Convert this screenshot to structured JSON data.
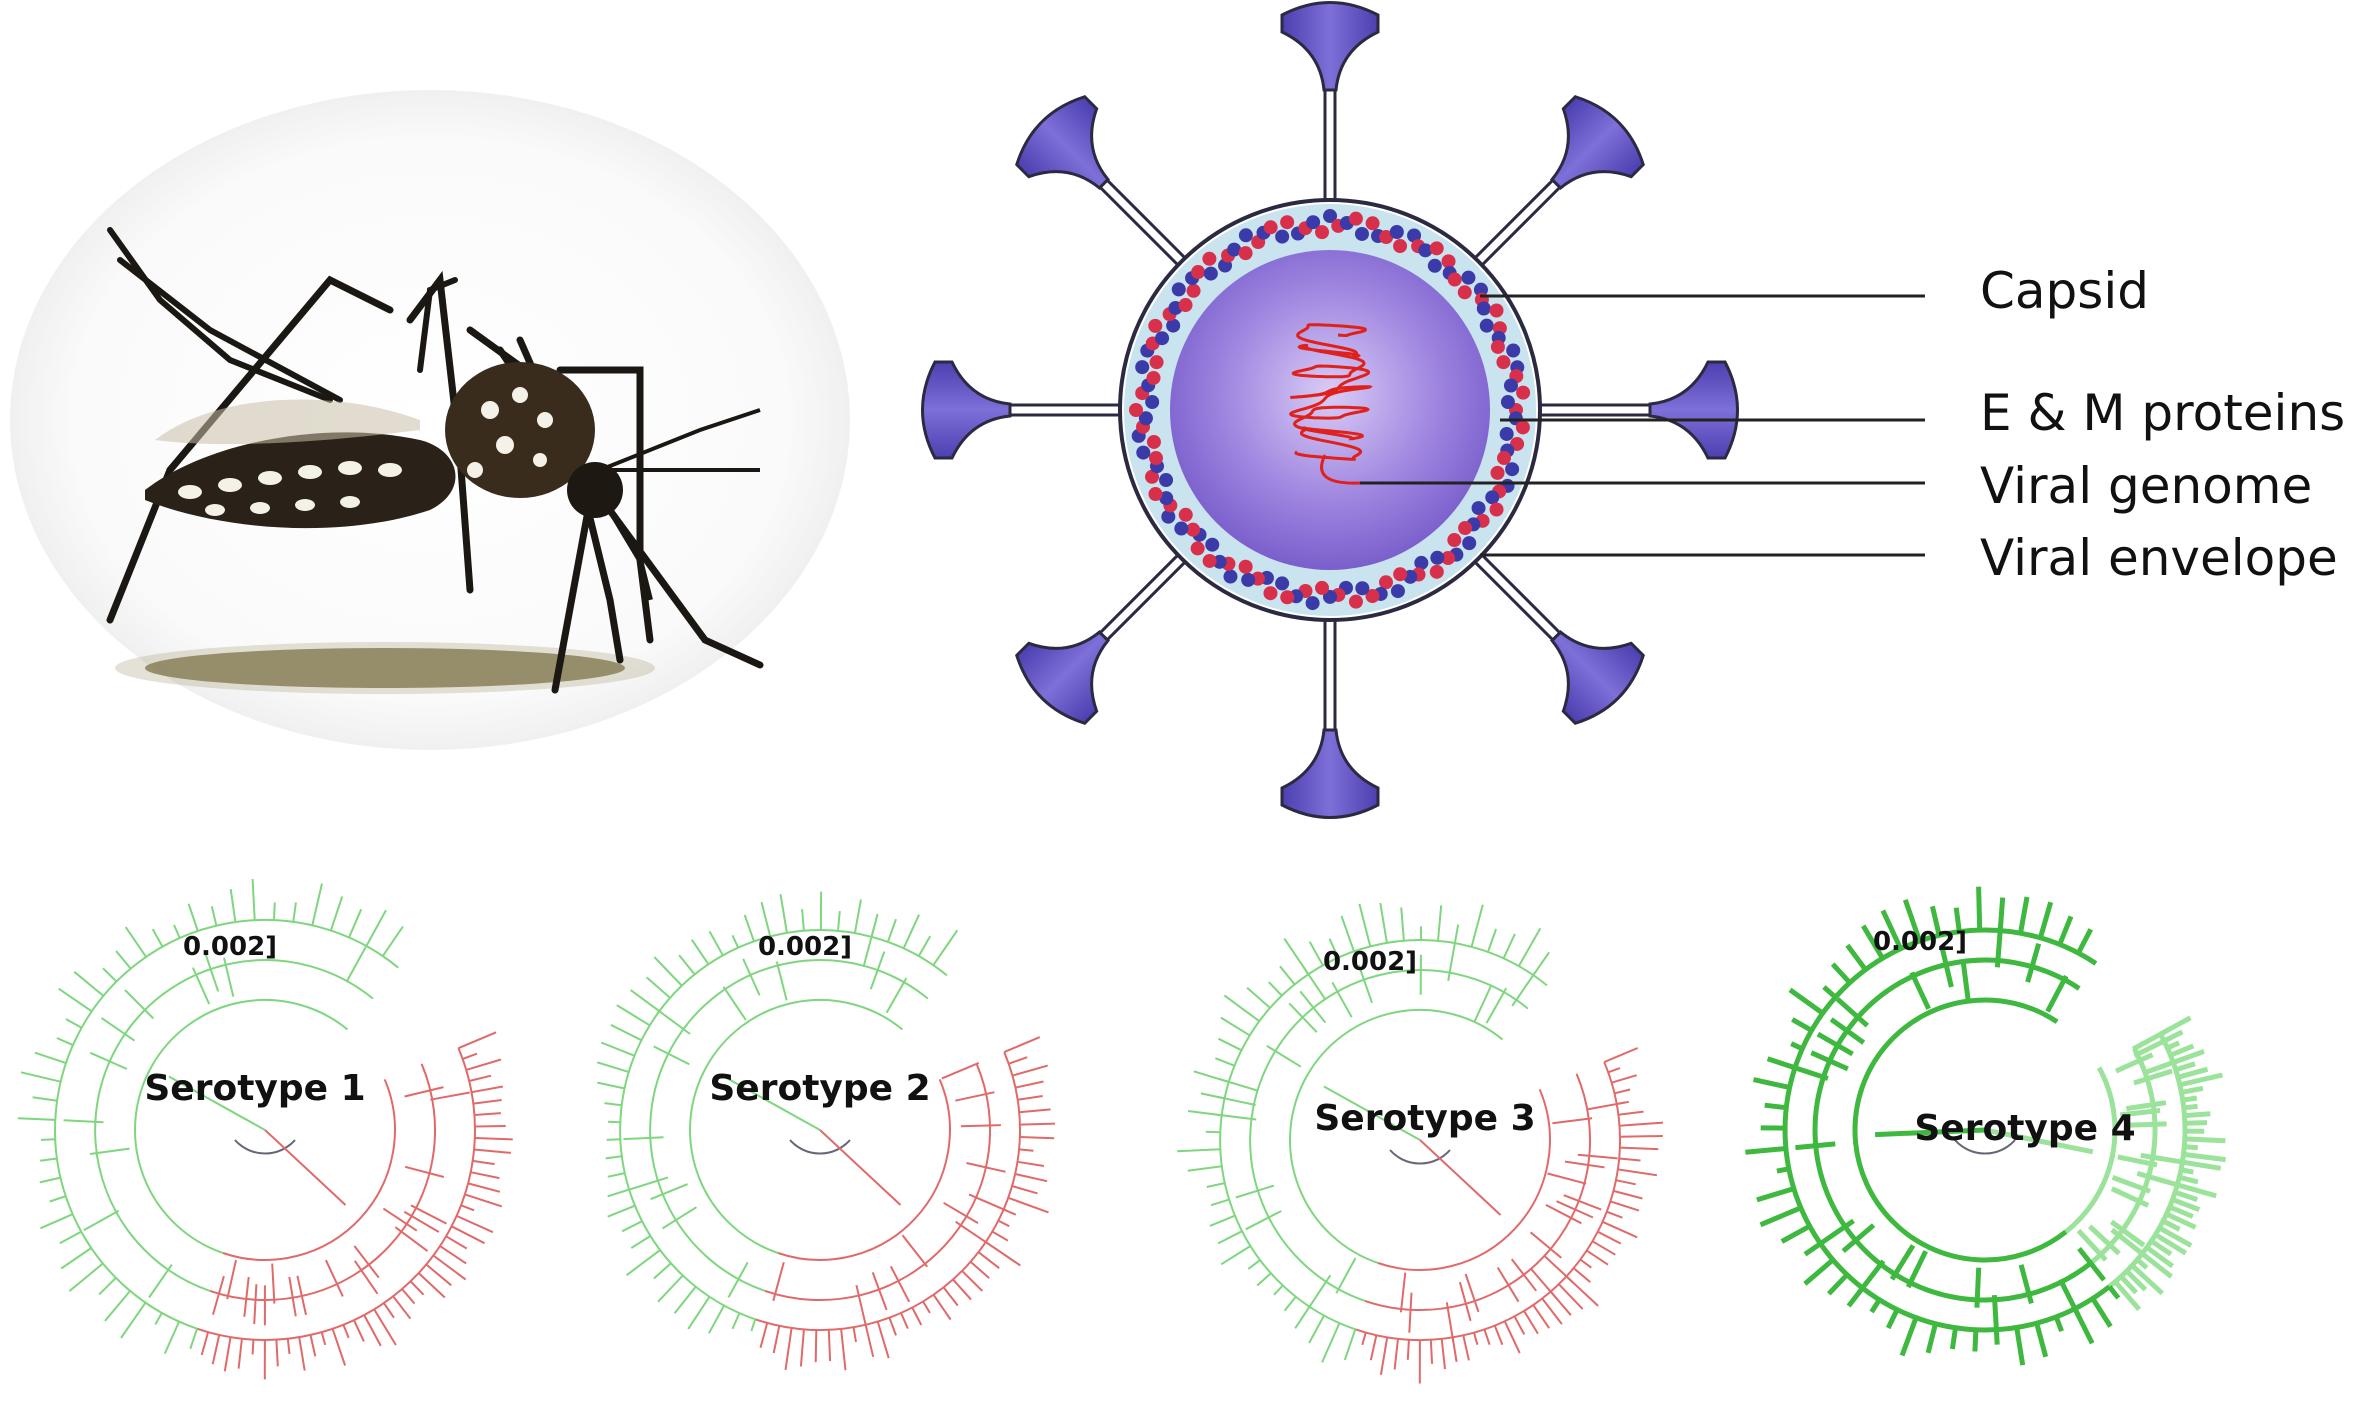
{
  "virus": {
    "labels": {
      "capsid": "Capsid",
      "em_proteins": "E & M proteins",
      "viral_genome": "Viral genome",
      "viral_envelope": "Viral envelope"
    },
    "colors": {
      "spike": "#6a5acd",
      "spike_dark": "#3b2f8f",
      "membrane": "#c9e3ef",
      "core": "#8d73d6",
      "core_light": "#c8b8f0",
      "capsid_red": "#d8304a",
      "capsid_blue": "#3a3aa8",
      "genome": "#e0201a"
    }
  },
  "mosquito": {
    "colors": {
      "body": "#2a2218",
      "legs": "#1b1712",
      "shadow": "#6b6032",
      "stripe": "#f4f1e8"
    }
  },
  "trees": [
    {
      "label": "Serotype 1",
      "scale": "0.002]",
      "colors": [
        "#e06a6a",
        "#7fd67f"
      ]
    },
    {
      "label": "Serotype 2",
      "scale": "0.002]",
      "colors": [
        "#e06a6a",
        "#7fd67f"
      ]
    },
    {
      "label": "Serotype 3",
      "scale": "0.002]",
      "colors": [
        "#e06a6a",
        "#7fd67f"
      ]
    },
    {
      "label": "Serotype 4",
      "scale": "0.002]",
      "colors": [
        "#9be29b",
        "#3fb83f"
      ]
    }
  ]
}
